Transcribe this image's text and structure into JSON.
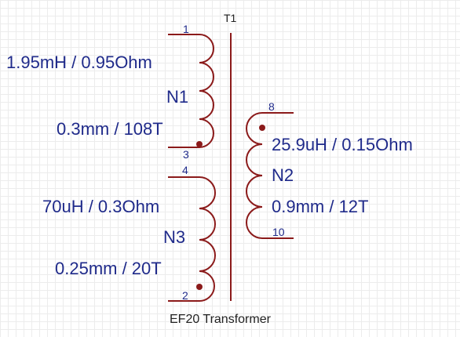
{
  "component": {
    "designator": "T1",
    "caption": "EF20 Transformer",
    "colors": {
      "wire": "#8b1a1a",
      "text": "#1f2a8a",
      "grid": "#ececec"
    }
  },
  "windings": [
    {
      "name": "N1",
      "inductance_resistance": "1.95mH / 0.95Ohm",
      "wire_turns": "0.3mm / 108T",
      "pin_top": "1",
      "pin_bottom": "3"
    },
    {
      "name": "N3",
      "inductance_resistance": "70uH / 0.3Ohm",
      "wire_turns": "0.25mm / 20T",
      "pin_top": "4",
      "pin_bottom": "2"
    },
    {
      "name": "N2",
      "inductance_resistance": "25.9uH / 0.15Ohm",
      "wire_turns": "0.9mm / 12T",
      "pin_top": "8",
      "pin_bottom": "10"
    }
  ]
}
